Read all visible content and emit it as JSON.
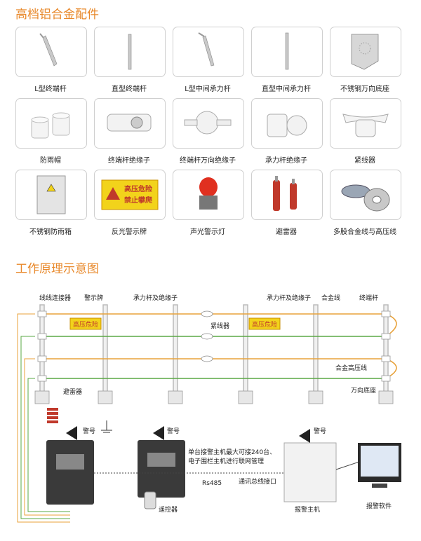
{
  "section1_title": "高档铝合金配件",
  "section2_title": "工作原理示意图",
  "accessories": [
    {
      "label": "L型终端杆",
      "icon": "l-shaped-end-rod"
    },
    {
      "label": "直型终端杆",
      "icon": "straight-end-rod"
    },
    {
      "label": "L型中间承力杆",
      "icon": "l-shaped-middle-rod"
    },
    {
      "label": "直型中间承力杆",
      "icon": "straight-middle-rod"
    },
    {
      "label": "不锈钢万向底座",
      "icon": "universal-base"
    },
    {
      "label": "防雨帽",
      "icon": "rain-cap"
    },
    {
      "label": "终端杆绝缘子",
      "icon": "end-insulator"
    },
    {
      "label": "终端杆万向绝缘子",
      "icon": "universal-insulator"
    },
    {
      "label": "承力杆绝缘子",
      "icon": "bearing-insulator"
    },
    {
      "label": "紧线器",
      "icon": "tensioner"
    },
    {
      "label": "不锈钢防雨箱",
      "icon": "rainproof-box"
    },
    {
      "label": "反光警示牌",
      "icon": "warning-sign"
    },
    {
      "label": "声光警示灯",
      "icon": "alarm-light"
    },
    {
      "label": "避雷器",
      "icon": "lightning-arrester"
    },
    {
      "label": "多股合金线与高压线",
      "icon": "wire-reels"
    }
  ],
  "sign_text": {
    "line1": "高压危险",
    "line2": "禁止攀爬"
  },
  "diagram": {
    "labels": {
      "wire_connector": "线线连接器",
      "warning_sign": "警示牌",
      "bearing_rod_left": "承力杆及绝缘子",
      "bearing_rod_right": "承力杆及绝缘子",
      "alloy_wire": "合金线",
      "end_rod": "终端杆",
      "tensioner": "紧线器",
      "alloy_hv_wire": "合金高压线",
      "universal_base": "万向底座",
      "arrester": "避雷器",
      "alarm_horn_1": "警号",
      "alarm_horn_2": "警号",
      "alarm_horn_3": "警号",
      "remote": "遥控器",
      "host": "报警主机",
      "software": "报警软件",
      "bus_interface": "通讯总线接口",
      "rs485": "Rs485",
      "network_note_1": "单台接警主机最大可接240台、",
      "network_note_2": "电子围栏主机进行联网管理"
    },
    "danger_sign": "高压危险"
  },
  "colors": {
    "accent": "#e8882a",
    "warning_red": "#c0392b",
    "warning_yellow": "#f2d31b",
    "wire_orange": "#e8a23a",
    "wire_green": "#5aa845"
  }
}
